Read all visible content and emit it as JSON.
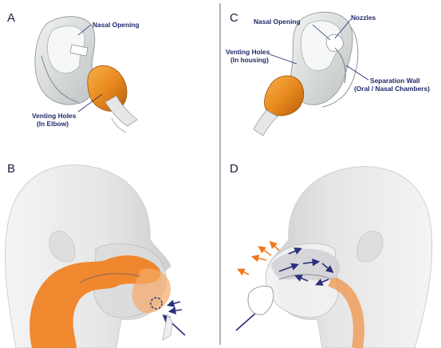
{
  "panels": {
    "a": {
      "letter": "A",
      "nasal_opening": "Nasal Opening",
      "venting_line1": "Venting Holes",
      "venting_line2": "(In Elbow)"
    },
    "c": {
      "letter": "C",
      "nasal_opening": "Nasal Opening",
      "nozzles": "Nozzles",
      "venting_line1": "Venting Holes",
      "venting_line2": "(In housing)",
      "separation_line1": "Separation Wall",
      "separation_line2": "(Oral / Nasal Chambers)"
    },
    "b": {
      "letter": "B"
    },
    "d": {
      "letter": "D"
    }
  },
  "colors": {
    "orange": "#f07f1e",
    "navy": "#1f2a6b",
    "mask_gray": "#d9dcdc",
    "head_gray": "#e9e9e9"
  }
}
